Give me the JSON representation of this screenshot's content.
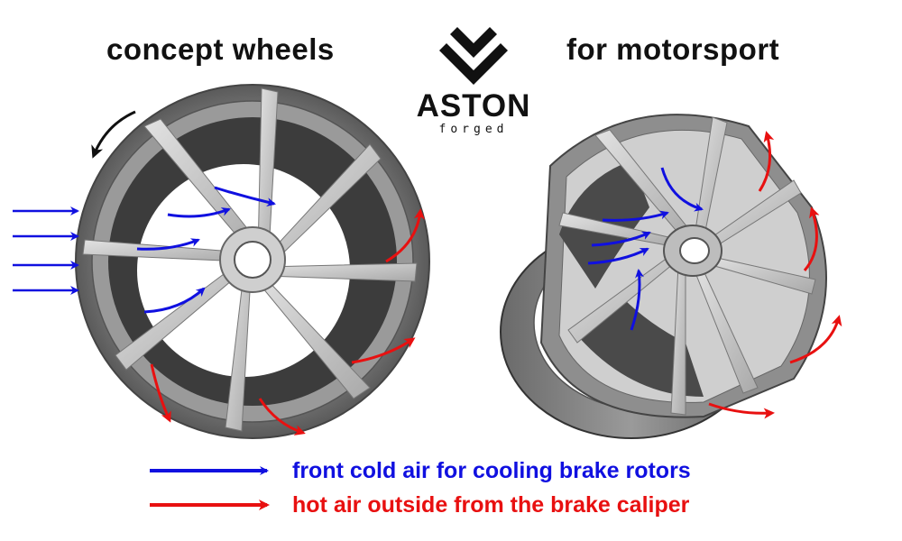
{
  "header": {
    "title_left": "concept wheels",
    "title_right": "for motorsport"
  },
  "logo": {
    "brand": "ASTON",
    "subtitle": "forged",
    "icon": "chevron-stack-logo"
  },
  "legend": {
    "items": [
      {
        "label": "front cold air for cooling brake rotors",
        "color": "#1010e0",
        "icon": "blue-arrow-icon"
      },
      {
        "label": "hot air outside from the brake caliper",
        "color": "#e81010",
        "icon": "red-arrow-icon"
      }
    ]
  },
  "colors": {
    "cold_air": "#1010e0",
    "hot_air": "#e81010",
    "rim": "#6f6f6f",
    "spoke": "#c9c9c9",
    "rotation_arrow": "#111111"
  }
}
